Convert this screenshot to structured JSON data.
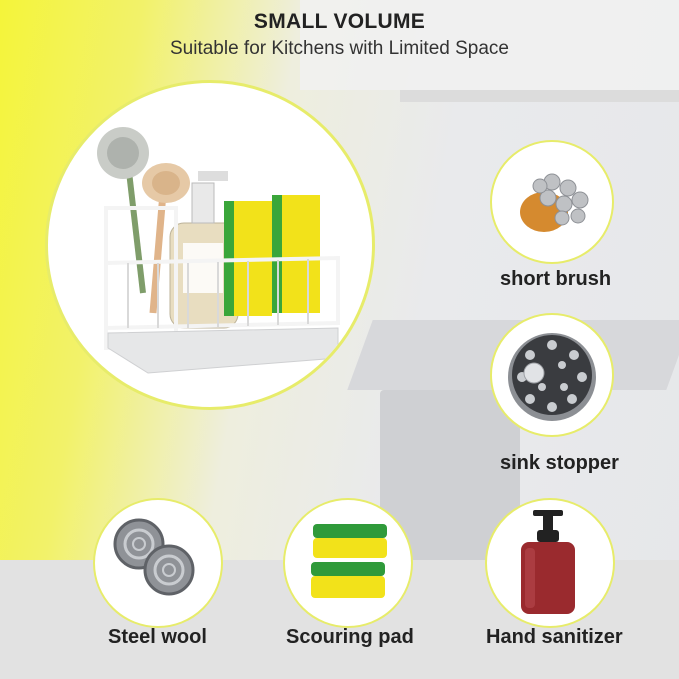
{
  "header": {
    "title": "SMALL VOLUME",
    "subtitle": "Suitable for Kitchens with Limited Space"
  },
  "items": {
    "short_brush": {
      "label": "short brush",
      "icon": "brush-head-icon"
    },
    "sink_stopper": {
      "label": "sink stopper",
      "icon": "sink-stopper-icon"
    },
    "steel_wool": {
      "label": "Steel wool",
      "icon": "steel-wool-icon"
    },
    "scouring_pad": {
      "label": "Scouring pad",
      "icon": "sponge-icon"
    },
    "hand_sanitizer": {
      "label": "Hand sanitizer",
      "icon": "pump-bottle-icon"
    }
  },
  "colors": {
    "accent_yellow": "#f4f43a",
    "circle_border": "#e7ec6a",
    "sponge_green": "#3aa63a",
    "sponge_yellow": "#f2e21a",
    "bottle_red": "#9a2a2e"
  }
}
